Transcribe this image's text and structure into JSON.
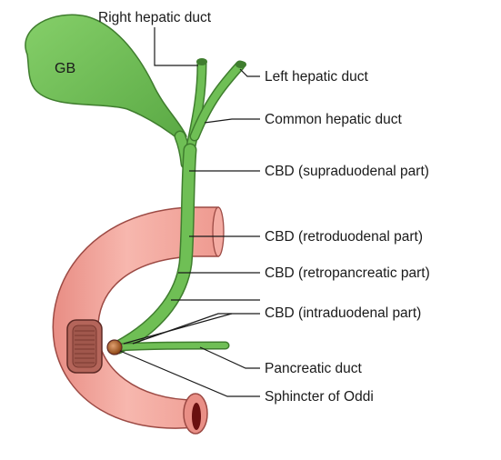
{
  "diagram": {
    "gallbladder_label": "GB",
    "labels": {
      "right_hepatic_duct": "Right hepatic duct",
      "left_hepatic_duct": "Left hepatic duct",
      "common_hepatic_duct": "Common hepatic duct",
      "cbd_supraduodenal": "CBD (supraduodenal part)",
      "cbd_retroduodenal": "CBD (retroduodenal part)",
      "cbd_retropancreatic": "CBD (retropancreatic part)",
      "cbd_intraduodenal": "CBD (intraduodenal part)",
      "pancreatic_duct": "Pancreatic duct",
      "sphincter_of_oddi": "Sphincter of Oddi"
    },
    "colors": {
      "bile_green": "#6fbf55",
      "bile_outline": "#3f7d2e",
      "duodenum_pink": "#f2a39a",
      "duodenum_outline": "#9c4a44",
      "ampulla_brown": "#a0522d"
    }
  }
}
